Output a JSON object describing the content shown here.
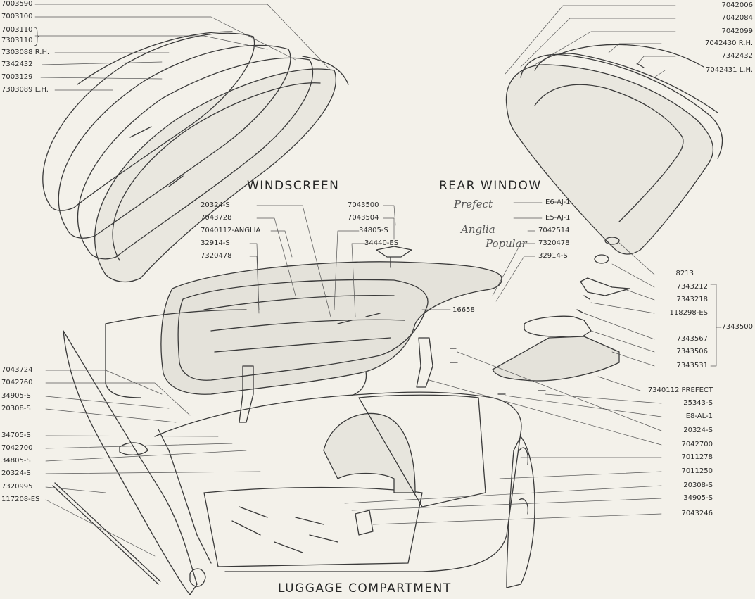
{
  "titles": {
    "windscreen": "WINDSCREEN",
    "rear_window": "REAR WINDOW",
    "luggage": "LUGGAGE COMPARTMENT"
  },
  "badges": {
    "prefect": "Prefect",
    "anglia": "Anglia",
    "popular": "Popular"
  },
  "windscreen_parts": [
    "7003590",
    "7003100",
    "7003110",
    "7303110",
    "7303088 R.H.",
    "7342432",
    "7003129",
    "7303089 L.H."
  ],
  "rear_window_parts": [
    "7042006",
    "7042084",
    "7042099",
    "7042430 R.H.",
    "7342432",
    "7042431 L.H."
  ],
  "lid_parts": [
    "20324-S",
    "7043728",
    "7040112-ANGLIA",
    "32914-S",
    "7320478"
  ],
  "handle_parts": [
    "7043500",
    "7043504",
    "34805-S",
    "34440-ES"
  ],
  "badge_parts": [
    "E6-AJ-1",
    "E5-AJ-1",
    "7042514",
    "7320478",
    "32914-S"
  ],
  "hinge_label": "16658",
  "lock_parts": [
    "8213",
    "7343212",
    "7343218",
    "118298-ES",
    "7343567",
    "7343506",
    "7343531"
  ],
  "lock_group_label": "7343500",
  "lower_right_parts": [
    "7340112 PREFECT",
    "25343-S",
    "E8-AL-1",
    "20324-S",
    "7042700",
    "7011278",
    "7011250",
    "20308-S",
    "34905-S",
    "7043246"
  ],
  "left_parts": [
    "7043724",
    "7042760",
    "34905-S",
    "20308-S",
    "34705-S",
    "7042700",
    "34805-S",
    "20324-S",
    "7320995",
    "117208-ES"
  ]
}
